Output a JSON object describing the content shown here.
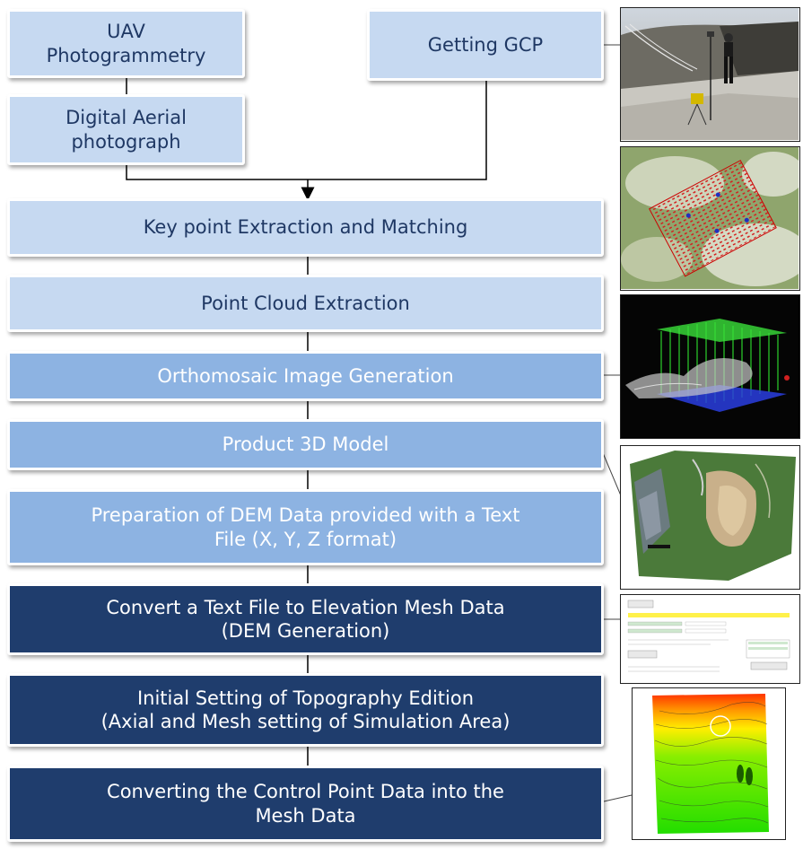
{
  "steps": {
    "uav": "UAV\nPhotogrammetry",
    "aerial": "Digital Aerial\nphotograph",
    "gcp": "Getting GCP",
    "keypoint": "Key point Extraction and Matching",
    "pointcloud": "Point Cloud Extraction",
    "ortho": "Orthomosaic Image Generation",
    "model3d": "Product 3D Model",
    "dem_prep": "Preparation of DEM Data provided with a Text\nFile (X, Y, Z format)",
    "convert_mesh": "Convert a Text File to Elevation Mesh Data\n(DEM Generation)",
    "topo": "Initial Setting of Topography Edition\n(Axial and Mesh setting of Simulation Area)",
    "control_point": "Converting the Control Point Data into the\nMesh Data"
  },
  "colors": {
    "light": "#c6d9f1",
    "medium": "#8db3e2",
    "dark": "#1f3d6d",
    "line": "#000000"
  }
}
